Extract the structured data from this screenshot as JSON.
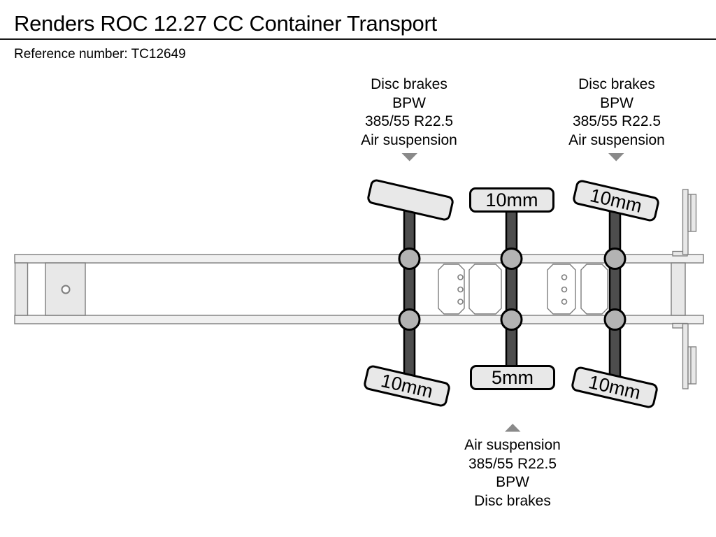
{
  "header": {
    "title": "Renders ROC 12.27 CC Container Transport",
    "reference": "Reference number: TC12649"
  },
  "axle_annotations": {
    "axle1_top": {
      "lines": [
        "Disc brakes",
        "BPW",
        "385/55 R22.5",
        "Air suspension"
      ]
    },
    "axle3_top": {
      "lines": [
        "Disc brakes",
        "BPW",
        "385/55 R22.5",
        "Air suspension"
      ]
    },
    "axle2_bottom": {
      "lines": [
        "Air suspension",
        "385/55 R22.5",
        "BPW",
        "Disc brakes"
      ]
    }
  },
  "tread_depths": {
    "axle1_top": "",
    "axle2_top": "10mm",
    "axle3_top": "10mm",
    "axle1_bottom": "10mm",
    "axle2_bottom": "5mm",
    "axle3_bottom": "10mm"
  },
  "colors": {
    "rail_fill": "#f0f0f0",
    "panel_fill": "#e8e8e8",
    "outline_gray": "#7d7d7d",
    "axle_fill": "#4d4d4d",
    "hub_fill": "#b3b3b3",
    "arrow_gray": "#8a8a8a",
    "text": "#000000"
  }
}
